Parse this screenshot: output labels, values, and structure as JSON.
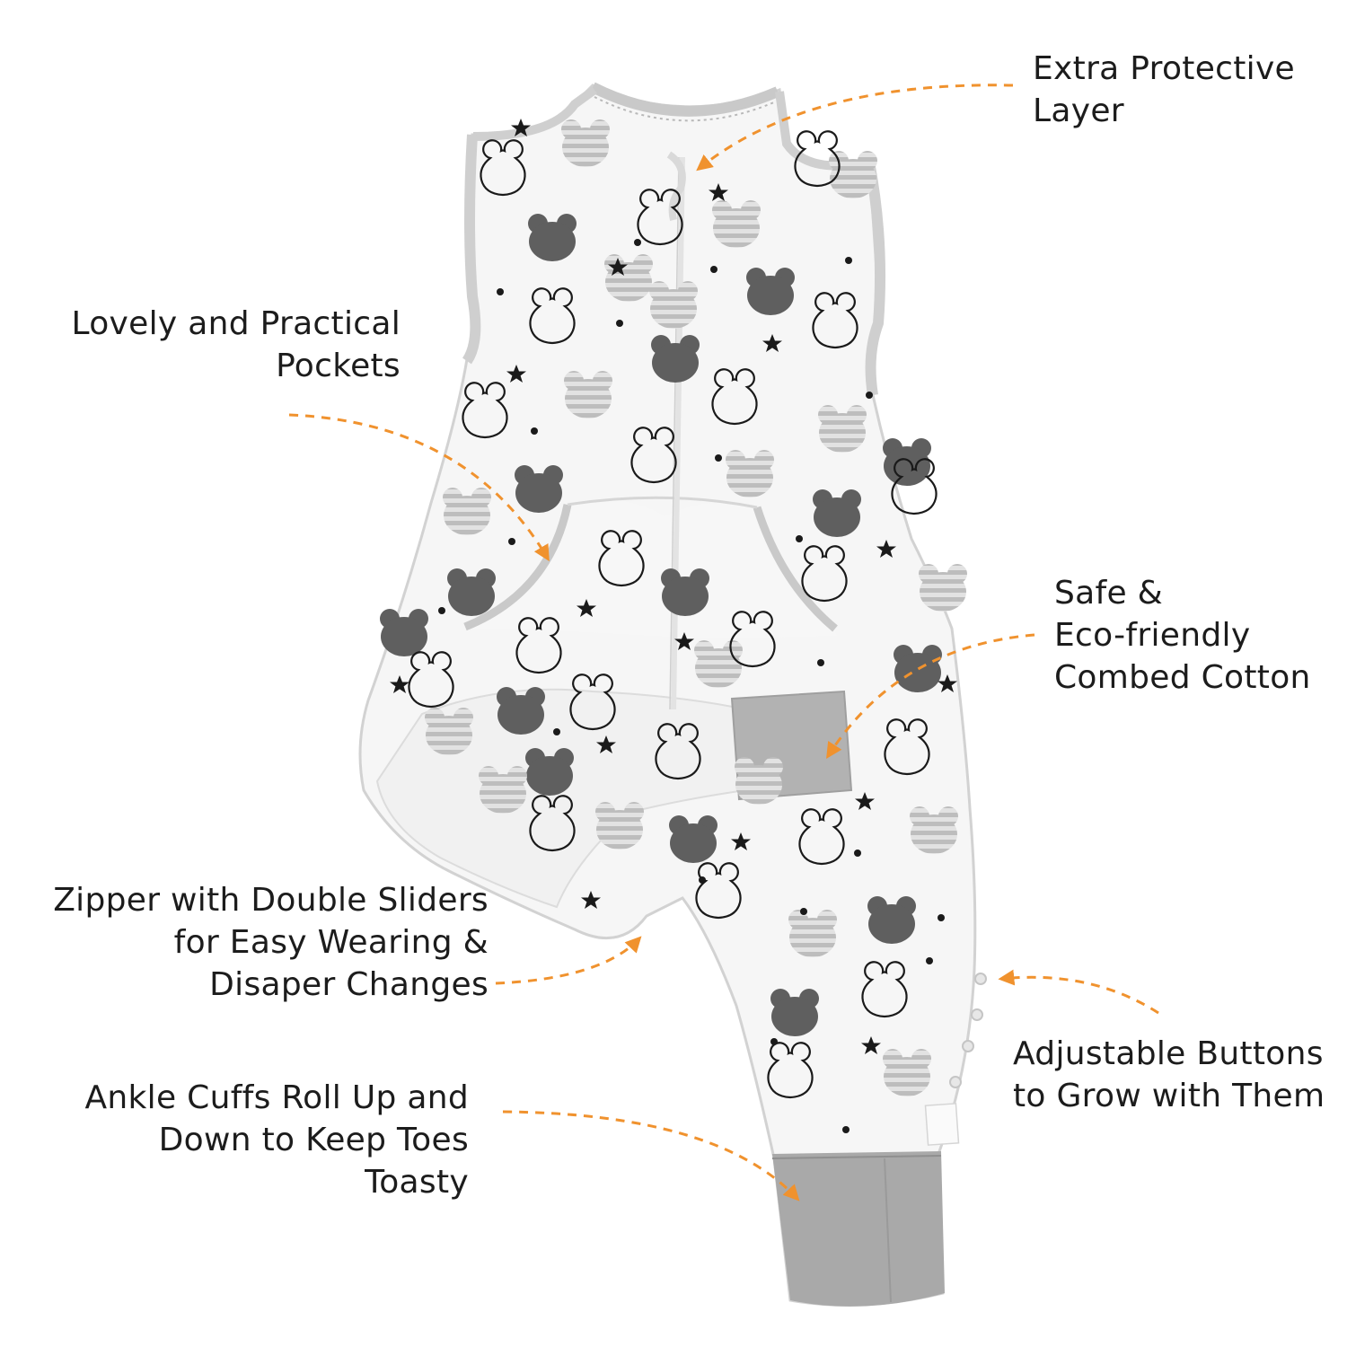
{
  "colors": {
    "background": "#ffffff",
    "fabric": "#f4f4f4",
    "trim": "#c9c9c9",
    "cuff": "#a8a8a8",
    "bear_dark": "#5d5d5d",
    "bear_stripe": "#c4c4c4",
    "star": "#1a1a1a",
    "arrow": "#f0922e",
    "text": "#1c1c1c"
  },
  "product": {
    "name": "sleep-sack",
    "pattern_icons": [
      "bear-head-icon",
      "bear-outline-icon",
      "striped-bear-icon",
      "star-icon",
      "dot-icon"
    ]
  },
  "callouts": {
    "protective_layer": {
      "lines": [
        "Extra Protective",
        "Layer"
      ]
    },
    "pockets": {
      "lines": [
        "Lovely and Practical",
        "Pockets"
      ]
    },
    "cotton": {
      "lines": [
        "Safe &",
        "Eco-friendly",
        "Combed Cotton"
      ]
    },
    "zipper": {
      "lines": [
        "Zipper with Double Sliders",
        "for Easy Wearing &",
        "Disaper Changes"
      ]
    },
    "buttons": {
      "lines": [
        "Adjustable Buttons",
        "to Grow with Them"
      ]
    },
    "cuffs": {
      "lines": [
        "Ankle Cuffs Roll Up and",
        "Down to Keep Toes",
        "Toasty"
      ]
    }
  }
}
